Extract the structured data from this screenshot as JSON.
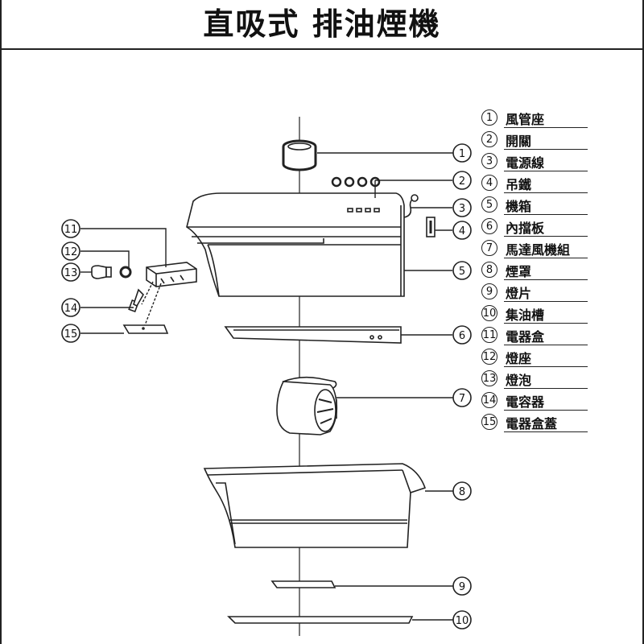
{
  "title": "直吸式 排油煙機",
  "legend": [
    {
      "num": "1",
      "label": "風管座"
    },
    {
      "num": "2",
      "label": "開關"
    },
    {
      "num": "3",
      "label": "電源線"
    },
    {
      "num": "4",
      "label": "吊鐵"
    },
    {
      "num": "5",
      "label": "機箱"
    },
    {
      "num": "6",
      "label": "內擋板"
    },
    {
      "num": "7",
      "label": "馬達風機組"
    },
    {
      "num": "8",
      "label": "煙罩"
    },
    {
      "num": "9",
      "label": "燈片"
    },
    {
      "num": "10",
      "label": "集油槽"
    },
    {
      "num": "11",
      "label": "電器盒"
    },
    {
      "num": "12",
      "label": "燈座"
    },
    {
      "num": "13",
      "label": "燈泡"
    },
    {
      "num": "14",
      "label": "電容器"
    },
    {
      "num": "15",
      "label": "電器盒蓋"
    }
  ],
  "callouts": {
    "c1": "1",
    "c2": "2",
    "c3": "3",
    "c4": "4",
    "c5": "5",
    "c6": "6",
    "c7": "7",
    "c8": "8",
    "c9": "9",
    "c10": "10",
    "c11": "11",
    "c12": "12",
    "c13": "13",
    "c14": "14",
    "c15": "15"
  }
}
